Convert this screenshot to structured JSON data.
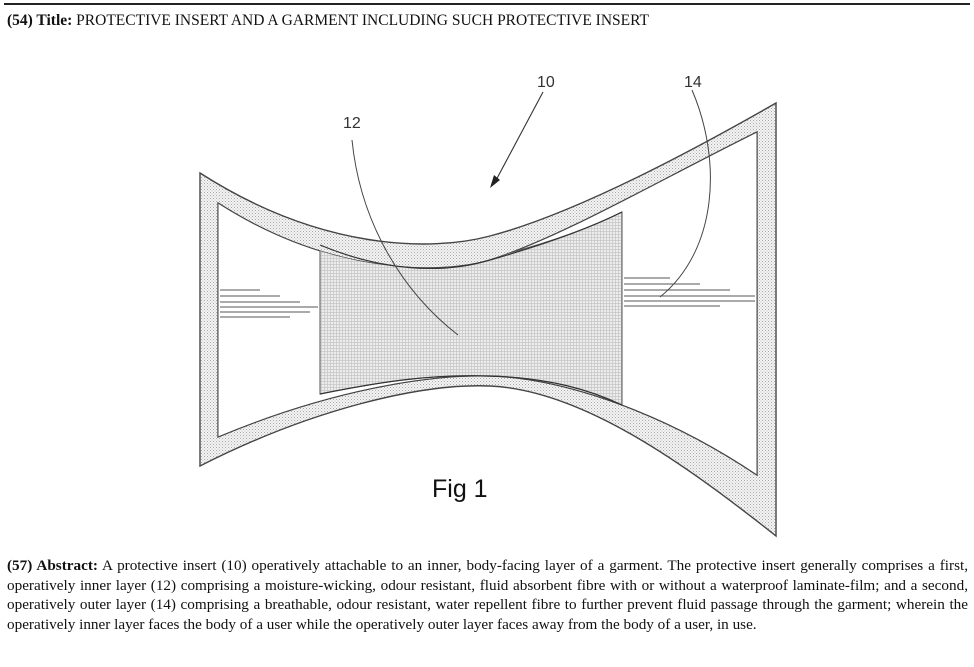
{
  "header": {
    "title_label": "(54) Title:",
    "title_text": "PROTECTIVE INSERT AND A GARMENT INCLUDING SUCH PROTECTIVE INSERT"
  },
  "figure": {
    "caption": "Fig 1",
    "ref_labels": {
      "insert": "10",
      "inner_layer": "12",
      "outer_layer": "14"
    }
  },
  "abstract": {
    "label": "(57) Abstract:",
    "text": "A protective insert (10) operatively attachable to an inner, body-facing layer of a garment. The protective insert generally comprises a first, operatively inner layer (12) comprising a moisture-wicking, odour resistant, fluid absorbent fibre with or without a waterproof laminate-film; and a second, operatively outer layer (14) comprising a breathable, odour resistant, water repellent fibre to further prevent fluid passage through the garment; wherein the operatively inner layer faces the body of a user while the operatively outer layer faces away from the body of a user, in use."
  }
}
